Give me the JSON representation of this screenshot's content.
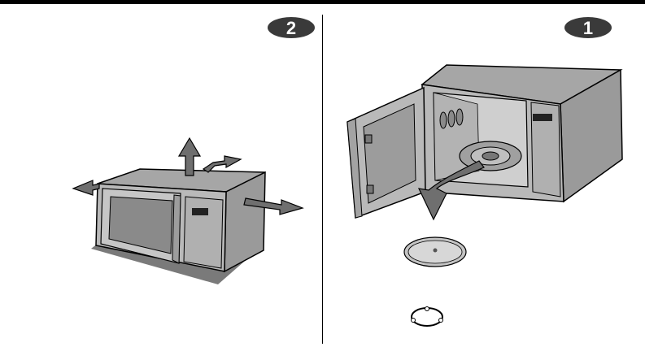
{
  "steps": {
    "left": {
      "number": "2"
    },
    "right": {
      "number": "1"
    }
  },
  "colors": {
    "rule": "#000000",
    "oven_body": "#b9b9b9",
    "oven_side": "#9a9a9a",
    "oven_top": "#a6a6a6",
    "window": "#8a8a8a",
    "arrow_fill": "#6f6f6f",
    "shadow": "#7a7a7a",
    "badge": "#3a3a3a"
  },
  "icons": {
    "step_badge": "ellipse-number-badge",
    "arrows": "block-arrow-icon"
  }
}
